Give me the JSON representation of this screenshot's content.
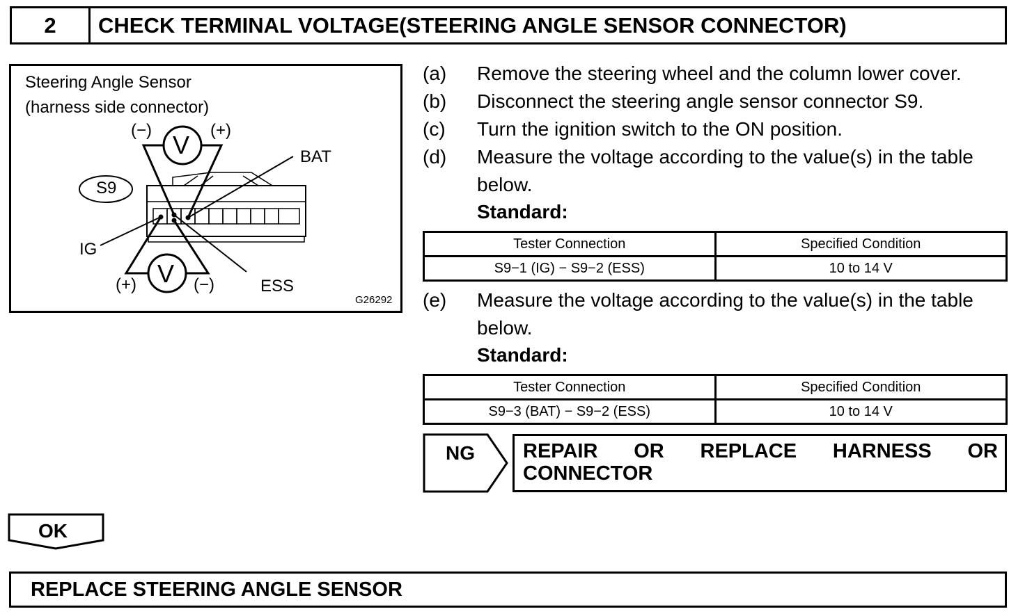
{
  "header": {
    "step_number": "2",
    "title": "CHECK TERMINAL VOLTAGE(STEERING ANGLE SENSOR CONNECTOR)"
  },
  "figure": {
    "title_line1": "Steering Angle Sensor",
    "title_line2": "(harness side connector)",
    "connector_id": "S9",
    "voltmeter_symbol": "V",
    "minus_label": "(−)",
    "plus_label": "(+)",
    "bat_label": "BAT",
    "ig_label": "IG",
    "ess_label": "ESS",
    "figure_code": "G26292"
  },
  "steps": [
    {
      "letter": "(a)",
      "lines": [
        "Remove the steering wheel and the column lower cover."
      ]
    },
    {
      "letter": "(b)",
      "lines": [
        "Disconnect the steering angle sensor connector S9."
      ]
    },
    {
      "letter": "(c)",
      "lines": [
        "Turn the ignition switch to the ON position."
      ]
    },
    {
      "letter": "(d)",
      "lines": [
        "Measure the voltage according to the value(s) in the table",
        "below."
      ]
    },
    {
      "letter": "(e)",
      "lines": [
        "Measure the voltage according to the value(s) in the table",
        "below."
      ]
    }
  ],
  "standard_label": "Standard:",
  "tables": [
    {
      "headers": [
        "Tester Connection",
        "Specified Condition"
      ],
      "rows": [
        [
          "S9−1 (IG) − S9−2 (ESS)",
          "10 to 14 V"
        ]
      ]
    },
    {
      "headers": [
        "Tester Connection",
        "Specified Condition"
      ],
      "rows": [
        [
          "S9−3 (BAT) − S9−2 (ESS)",
          "10 to 14 V"
        ]
      ]
    }
  ],
  "ng": {
    "label": "NG",
    "action_words": [
      "REPAIR",
      "OR",
      "REPLACE",
      "HARNESS",
      "OR"
    ],
    "action_line2": "CONNECTOR"
  },
  "ok": {
    "label": "OK"
  },
  "final_action": "REPLACE STEERING ANGLE SENSOR"
}
